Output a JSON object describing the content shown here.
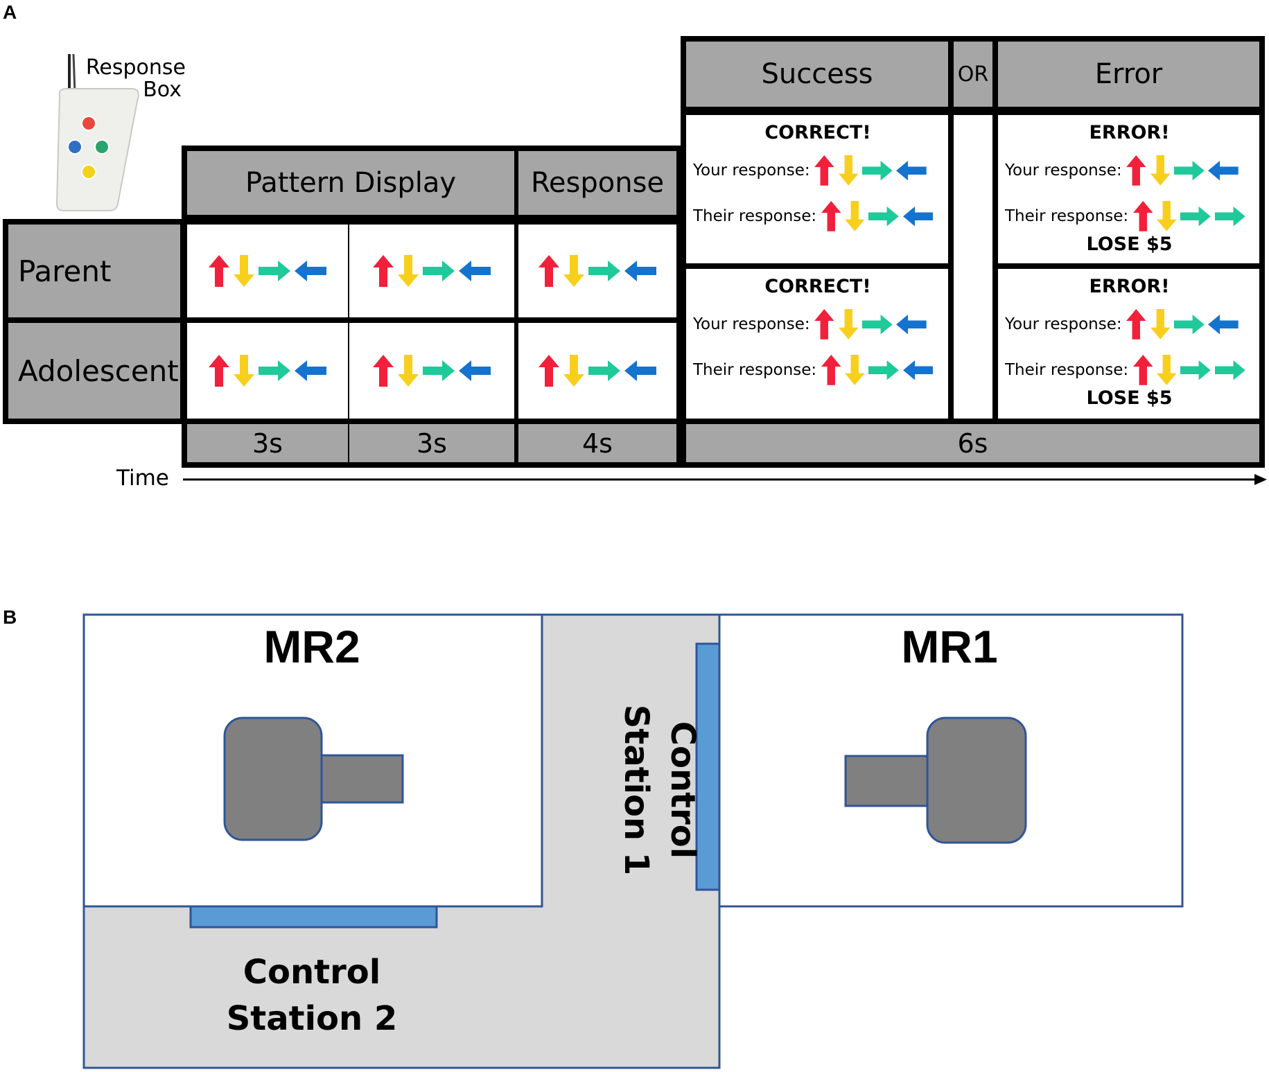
{
  "panel_a": {
    "letter": "A",
    "response_box": {
      "label_line1": "Response",
      "label_line2": "Box",
      "button_colors": [
        "#e8483c",
        "#2f6fc4",
        "#28a46c",
        "#f3d21b"
      ]
    },
    "headers": {
      "pattern_display": "Pattern Display",
      "response": "Response",
      "success": "Success",
      "or": "OR",
      "error": "Error"
    },
    "rows": {
      "parent": "Parent",
      "adolescent": "Adolescent"
    },
    "timing": [
      "3s",
      "3s",
      "4s",
      "6s"
    ],
    "time_label": "Time",
    "arrow_sequence": [
      "up",
      "down",
      "right",
      "left"
    ],
    "arrow_colors": {
      "up": "#f2203a",
      "down": "#f8cf1c",
      "right": "#1ec99a",
      "left": "#1473cf"
    },
    "success_feedback": {
      "title": "CORRECT!",
      "your_label": "Your response:",
      "their_label": "Their response:",
      "your_sequence": [
        "up",
        "down",
        "right",
        "left"
      ],
      "their_sequence": [
        "up",
        "down",
        "right",
        "left"
      ]
    },
    "error_feedback": {
      "title": "ERROR!",
      "your_label": "Your response:",
      "their_label": "Their response:",
      "your_sequence": [
        "up",
        "down",
        "right",
        "left"
      ],
      "their_sequence": [
        "up",
        "down",
        "right",
        "right"
      ],
      "penalty": "LOSE $5"
    }
  },
  "panel_b": {
    "letter": "B",
    "mr2": "MR2",
    "mr1": "MR1",
    "control_station_1": {
      "line1": "Control",
      "line2": "Station 1"
    },
    "control_station_2": {
      "line1": "Control",
      "line2": "Station 2"
    },
    "colors": {
      "wall": "#2f5597",
      "floor": "#d9d9d9",
      "console": "#5b9bd5",
      "scanner": "#808080"
    }
  }
}
